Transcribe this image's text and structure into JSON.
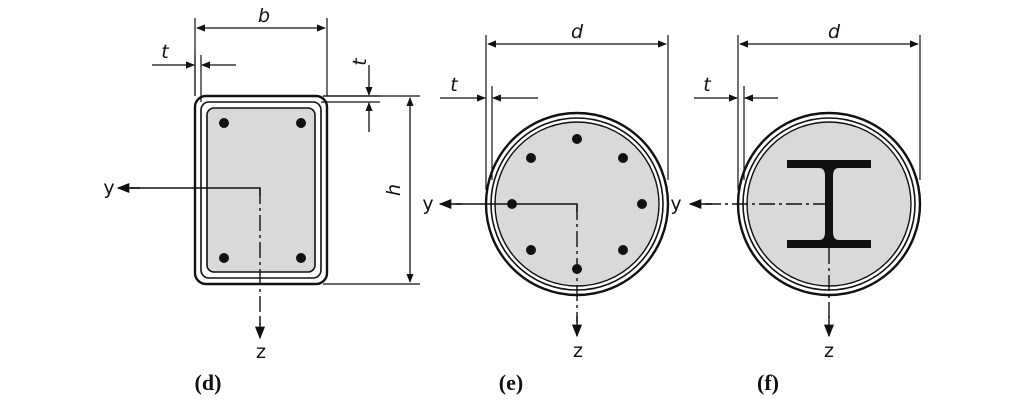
{
  "panels": [
    {
      "caption": "(d)",
      "labels": {
        "width": "b",
        "height": "h",
        "thickness": "t",
        "axis_y": "y",
        "axis_z": "z"
      }
    },
    {
      "caption": "(e)",
      "labels": {
        "diameter": "d",
        "thickness": "t",
        "axis_y": "y",
        "axis_z": "z"
      }
    },
    {
      "caption": "(f)",
      "labels": {
        "diameter": "d",
        "thickness": "t",
        "axis_y": "y",
        "axis_z": "z"
      }
    }
  ],
  "colors": {
    "line": "#111111",
    "concrete_fill": "#d9d9d9",
    "background": "#ffffff"
  }
}
